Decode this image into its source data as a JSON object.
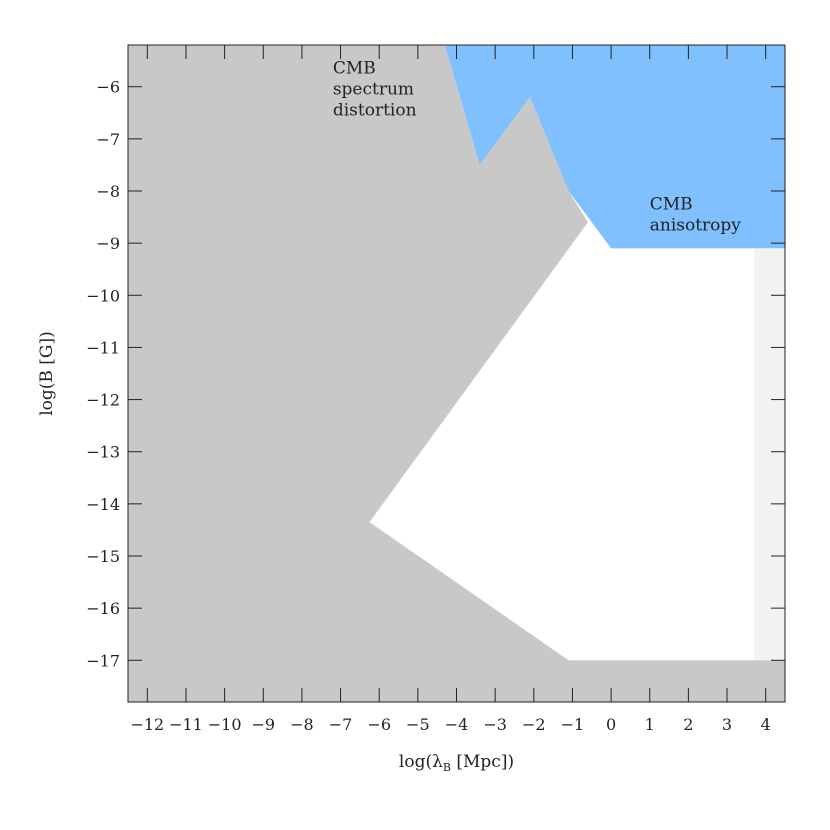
{
  "chart_data": {
    "type": "area",
    "xlabel": "log(λ",
    "xlabel_sub": "B",
    "xlabel_tail": " [Mpc])",
    "ylabel": "log(B [G])",
    "xlim": [
      -12.5,
      4.5
    ],
    "ylim": [
      -17.8,
      -5.2
    ],
    "x_ticks": [
      -12,
      -11,
      -10,
      -9,
      -8,
      -7,
      -6,
      -5,
      -4,
      -3,
      -2,
      -1,
      0,
      1,
      2,
      3,
      4
    ],
    "y_ticks": [
      -6,
      -7,
      -8,
      -9,
      -10,
      -11,
      -12,
      -13,
      -14,
      -15,
      -16,
      -17
    ],
    "regions": [
      {
        "name": "excluded",
        "color": "#c8c8c8",
        "points": [
          [
            -12.5,
            -5.2
          ],
          [
            -12.5,
            -17.8
          ],
          [
            4.5,
            -17.8
          ],
          [
            4.5,
            -17
          ],
          [
            -1.1,
            -17
          ],
          [
            -6.25,
            -14.35
          ],
          [
            -0.6,
            -8.6
          ],
          [
            -1.1,
            -8.0
          ],
          [
            -2.1,
            -6.2
          ],
          [
            -3.4,
            -7.5
          ],
          [
            -4.3,
            -5.2
          ]
        ]
      },
      {
        "name": "cmb-anisotropy",
        "color": "#80c0ff",
        "points": [
          [
            -4.3,
            -5.2
          ],
          [
            4.5,
            -5.2
          ],
          [
            4.5,
            -9.1
          ],
          [
            0,
            -9.1
          ],
          [
            -1.1,
            -8.0
          ],
          [
            -2.1,
            -6.2
          ],
          [
            -3.4,
            -7.5
          ]
        ]
      },
      {
        "name": "light-strip",
        "color": "#f2f2f2",
        "points": [
          [
            3.7,
            -9.1
          ],
          [
            4.5,
            -9.1
          ],
          [
            4.5,
            -17
          ],
          [
            3.7,
            -17
          ]
        ]
      }
    ],
    "annotations": [
      {
        "lines": [
          "CMB",
          "spectrum",
          "distortion"
        ],
        "x": -7.2,
        "y": -5.75
      },
      {
        "lines": [
          "CMB",
          "anisotropy"
        ],
        "x": 1.0,
        "y": -8.35
      }
    ]
  }
}
